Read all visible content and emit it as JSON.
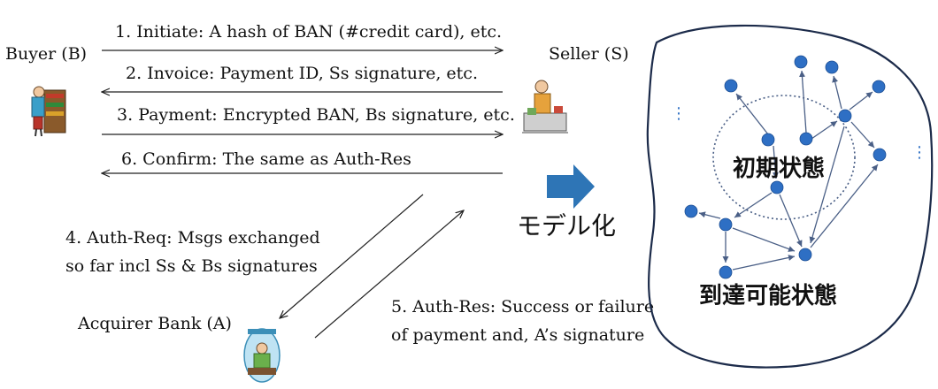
{
  "actors": {
    "buyer": "Buyer (B)",
    "seller": "Seller (S)",
    "acquirer": "Acquirer Bank (A)"
  },
  "messages": {
    "m1": "1. Initiate: A hash of BAN (#credit card), etc.",
    "m2": "2. Invoice: Payment ID, Ss signature, etc.",
    "m3": "3. Payment: Encrypted BAN, Bs signature, etc.",
    "m6": "6. Confirm: The same as Auth-Res",
    "m4_line1": "4. Auth-Req: Msgs exchanged",
    "m4_line2": "so far incl Ss & Bs signatures",
    "m5_line1": "5. Auth-Res: Success or failure",
    "m5_line2": "of payment and, A’s signature"
  },
  "model": {
    "arrow_label": "モデル化",
    "initial_state": "初期状態",
    "reachable_states": "到達可能状態",
    "ellipsis_left": "⋮",
    "ellipsis_right": "⋮"
  },
  "colors": {
    "node": "#2e6fc4",
    "big_arrow": "#2e75b6",
    "edge": "#4a5f86",
    "outline": "#1c2b4a"
  }
}
